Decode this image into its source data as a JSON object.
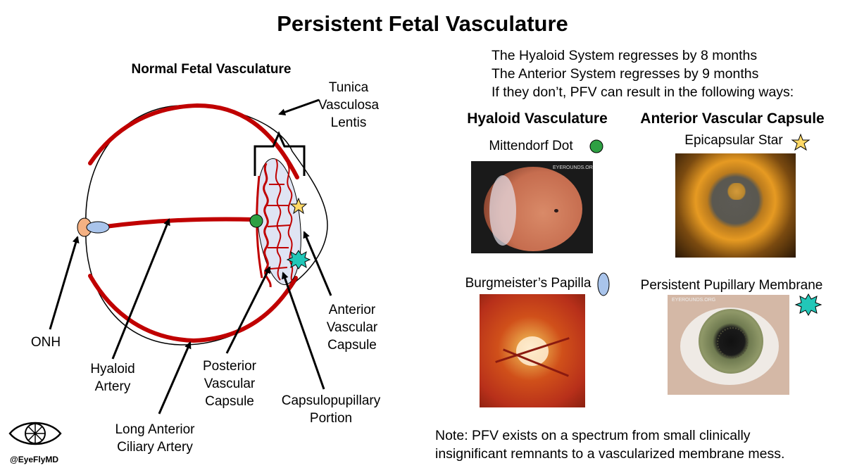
{
  "title": "Persistent Fetal Vasculature",
  "diagram": {
    "subtitle": "Normal Fetal Vasculature",
    "labels": {
      "tunica_line1": "Tunica",
      "tunica_line2": "Vasculosa",
      "tunica_line3": "Lentis",
      "onh": "ONH",
      "hyaloid_line1": "Hyaloid",
      "hyaloid_line2": "Artery",
      "long_line1": "Long Anterior",
      "long_line2": "Ciliary Artery",
      "posterior_line1": "Posterior",
      "posterior_line2": "Vascular",
      "posterior_line3": "Capsule",
      "capsulo_line1": "Capsulopupillary",
      "capsulo_line2": "Portion",
      "anterior_line1": "Anterior",
      "anterior_line2": "Vascular",
      "anterior_line3": "Capsule"
    },
    "colors": {
      "vessel": "#c00000",
      "lens": "#dfe4f3",
      "dot": "#2ea043",
      "star": "#ffd966",
      "burst": "#22c7b8",
      "papilla": "#a9c4eb",
      "onh": "#f4b183"
    }
  },
  "info": {
    "line1": "The Hyaloid System regresses by 8 months",
    "line2": "The Anterior System regresses by 9 months",
    "line3": "If they don’t, PFV can result in the following ways:"
  },
  "columns": {
    "left_heading": "Hyaloid Vasculature",
    "right_heading": "Anterior Vascular Capsule",
    "mittendorf": "Mittendorf Dot",
    "epicapsular": "Epicapsular Star",
    "burgmeister": "Burgmeister’s Papilla",
    "ppm": "Persistent Pupillary Membrane",
    "watermark": "EYEROUNDS.ORG"
  },
  "note": {
    "line1": "Note: PFV exists on a spectrum from small clinically",
    "line2": "insignificant remnants to a vascularized membrane mess."
  },
  "logo": {
    "handle": "@EyeFlyMD"
  }
}
